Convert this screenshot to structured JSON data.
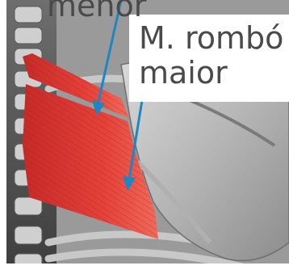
{
  "labels": {
    "minor_partial": "menor",
    "major_line1": "M. rombó",
    "major_line2": "maior"
  },
  "colors": {
    "muscle": "#e23a36",
    "arrow": "#1f86c4",
    "bone": "#c9c9c9",
    "text": "#4a4a4a"
  }
}
